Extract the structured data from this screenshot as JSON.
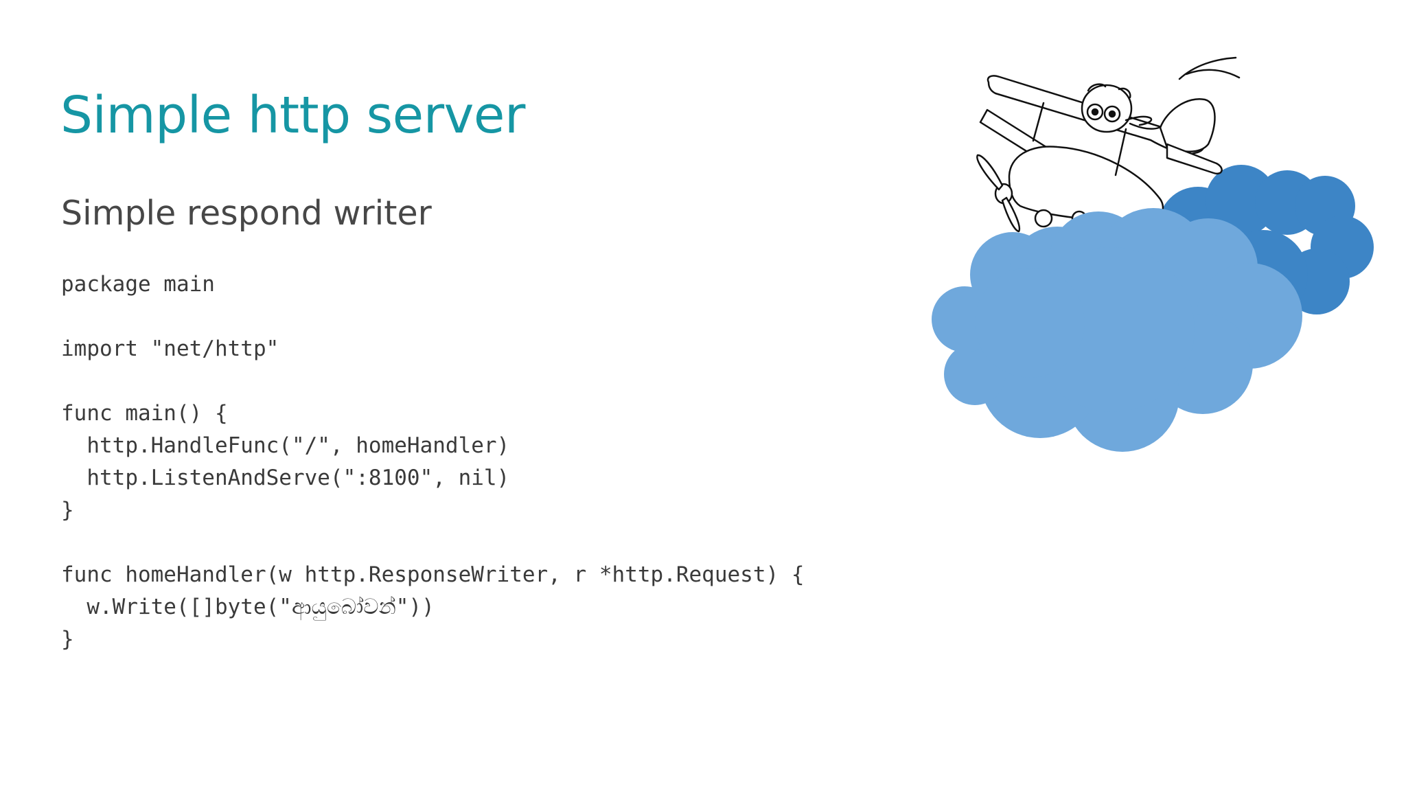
{
  "slide": {
    "title": "Simple http server",
    "subtitle": "Simple respond writer",
    "code_lines": [
      "package main",
      "",
      "import \"net/http\"",
      "",
      "func main() {",
      "  http.HandleFunc(\"/\", homeHandler)",
      "  http.ListenAndServe(\":8100\", nil)",
      "}",
      "",
      "func homeHandler(w http.ResponseWriter, r *http.Request) {",
      "  w.Write([]byte(\"ආයුබෝවන්\"))",
      "}"
    ]
  },
  "colors": {
    "title": "#1696a4",
    "subtitle": "#474747",
    "code": "#3a3a3a",
    "cloud_front": "#6fa8dc",
    "cloud_back": "#3d85c6"
  },
  "illustration": {
    "icon": "gopher-biplane-icon"
  }
}
